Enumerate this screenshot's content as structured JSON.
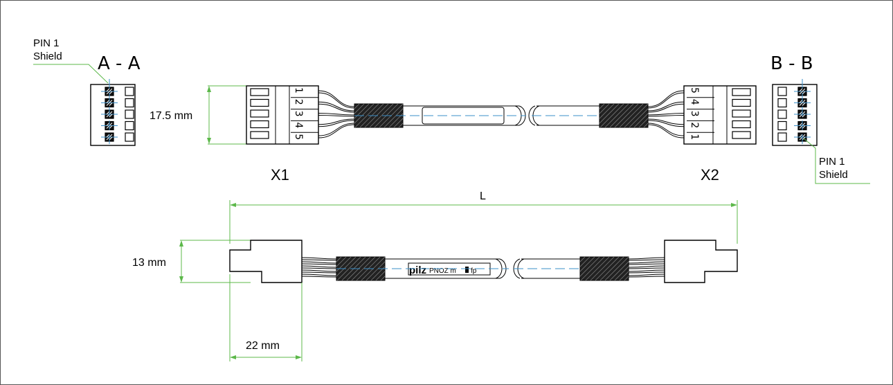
{
  "labels": {
    "pin1_left": "PIN 1",
    "shield_left": "Shield",
    "pin1_right": "PIN 1",
    "shield_right": "Shield",
    "section_a": "A - A",
    "section_b": "B - B",
    "x1": "X1",
    "x2": "X2",
    "dim_height_top": "17.5 mm",
    "dim_length": "L",
    "dim_height_bottom": "13 mm",
    "dim_width_bottom": "22 mm",
    "brand": "pilz",
    "cable_print": "PNOZ m",
    "cable_print_suffix": "fp",
    "pins_x1": "54321",
    "pins_x2": "54321"
  },
  "colors": {
    "dimension": "#5cb84a",
    "centerline": "#3a8fc8",
    "outline": "#000000"
  }
}
